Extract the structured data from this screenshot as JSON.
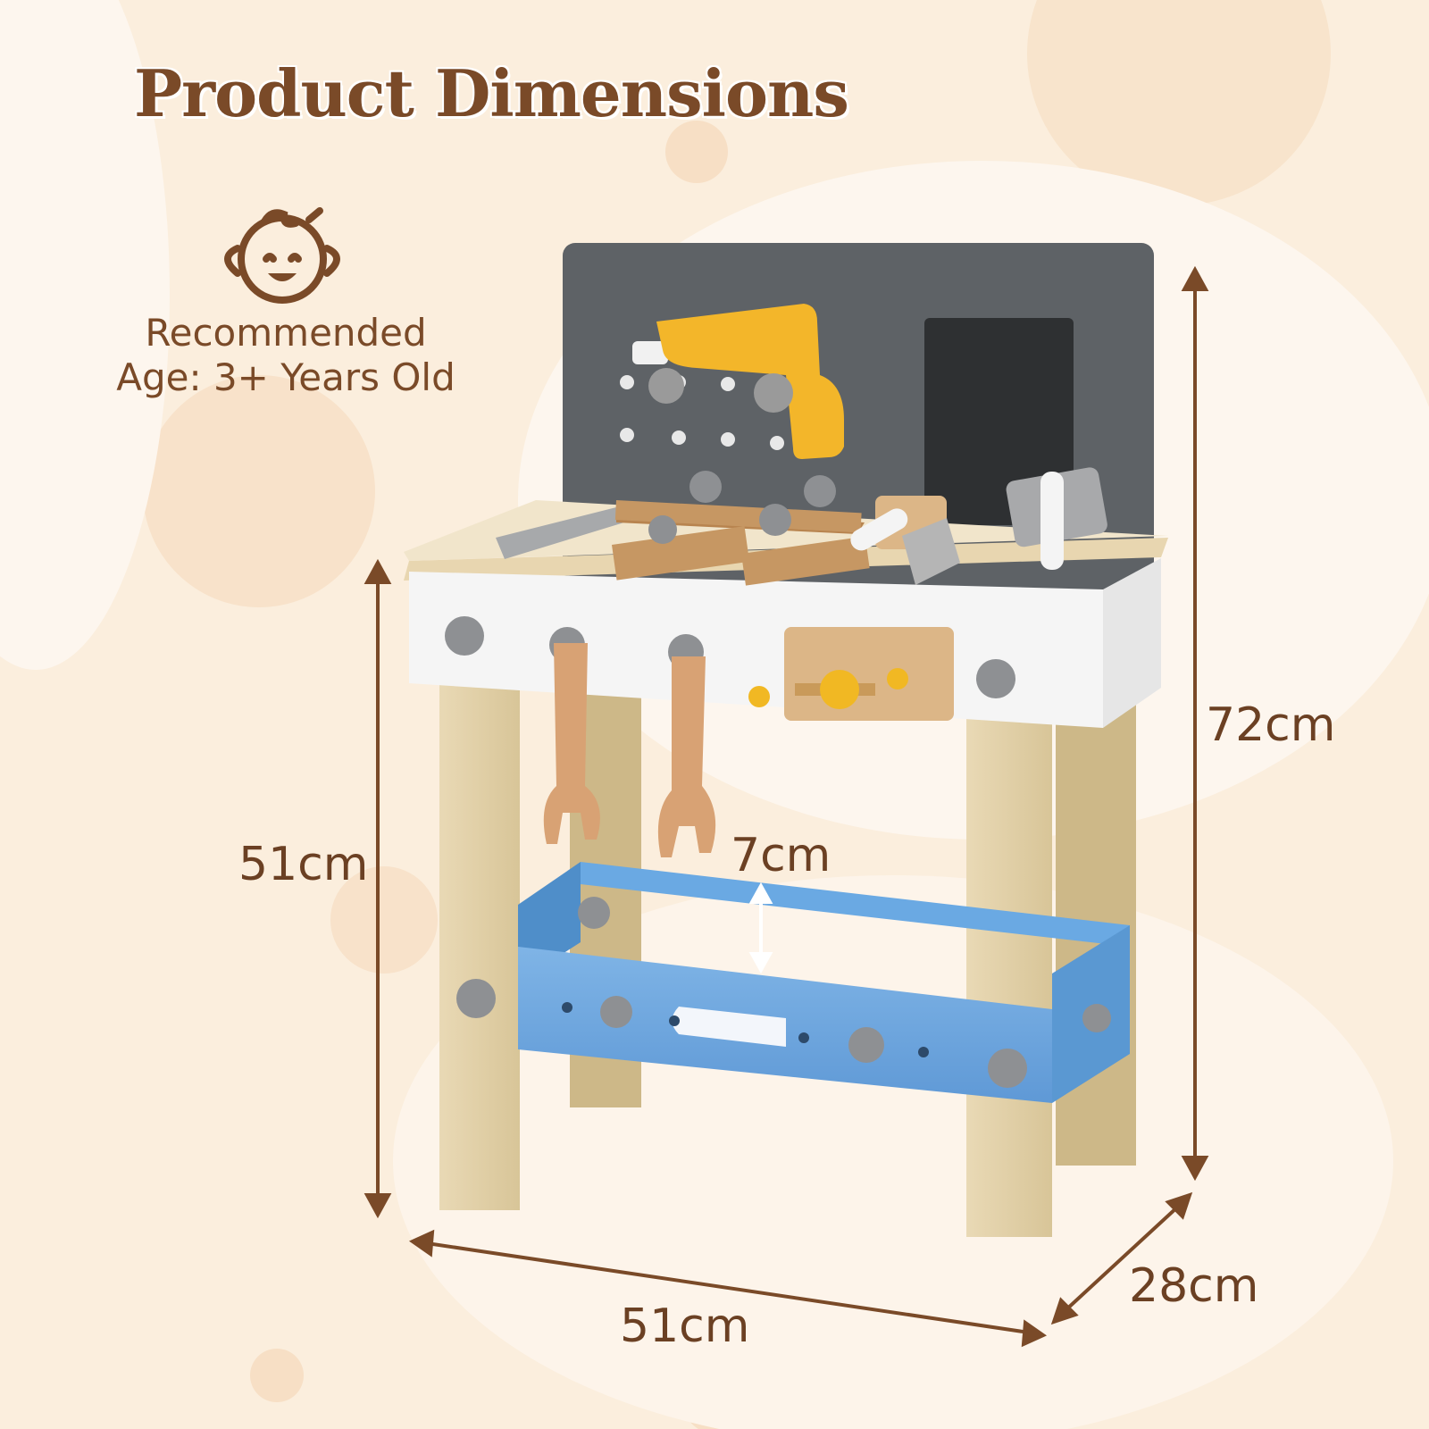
{
  "title": "Product Dimensions",
  "age": {
    "line1": "Recommended",
    "line2": "Age: 3+ Years Old",
    "icon": "baby-face-icon"
  },
  "dimensions": {
    "total_height": "72cm",
    "table_height": "51cm",
    "width": "51cm",
    "depth": "28cm",
    "shelf_depth": "7cm"
  },
  "colors": {
    "text": "#7a4a28",
    "background": "#fbeedd",
    "arrow": "#7a4a28"
  }
}
